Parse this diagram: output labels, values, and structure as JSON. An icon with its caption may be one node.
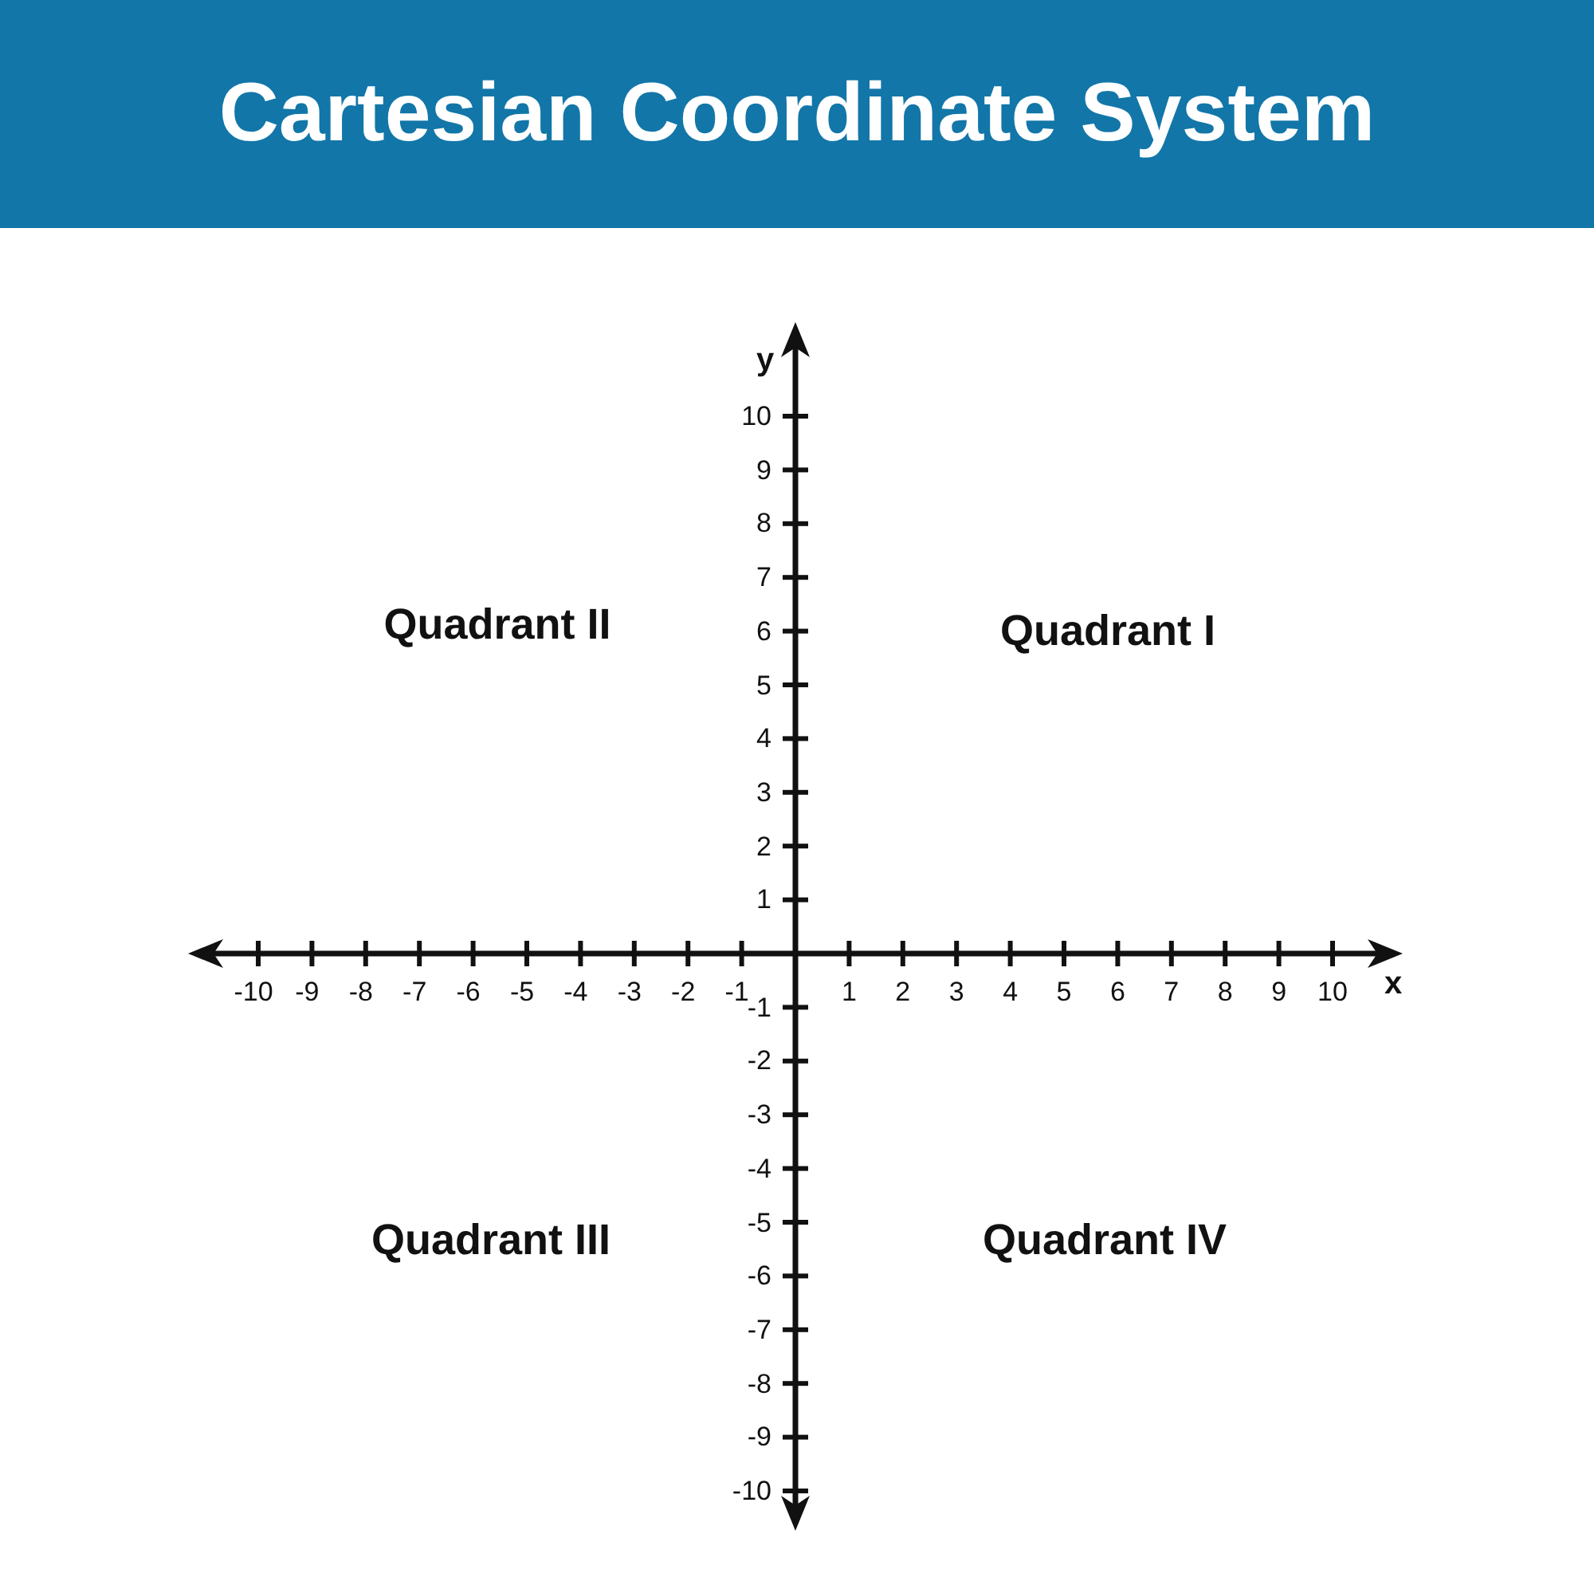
{
  "diagram": {
    "title": "Cartesian Coordinate System",
    "labels": [
      "y",
      "10",
      "9",
      "8",
      "7",
      "6",
      "5",
      "4",
      "3",
      "2",
      "1",
      "Quadrant II",
      "Quadrant I",
      "-10",
      "-9",
      "-8",
      "-7",
      "-6",
      "-5",
      "-4",
      "-3",
      "-2",
      "-1",
      "1",
      "2",
      "3",
      "4",
      "5",
      "6",
      "7",
      "8",
      "9",
      "10",
      "x",
      "-1",
      "-2",
      "-3",
      "-4",
      "-5",
      "-6",
      "-7",
      "-8",
      "-9",
      "-10",
      "Quadrant III",
      "Quadrant IV"
    ]
  }
}
